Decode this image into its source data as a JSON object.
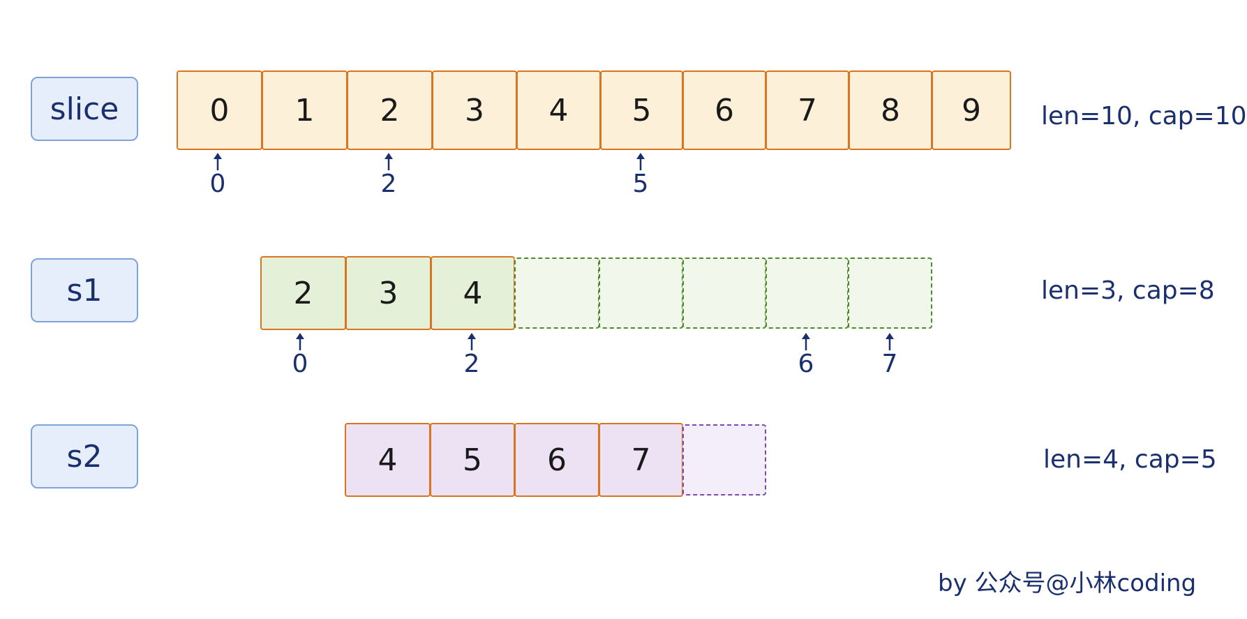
{
  "slice": {
    "label": "slice",
    "cells": [
      "0",
      "1",
      "2",
      "3",
      "4",
      "5",
      "6",
      "7",
      "8",
      "9"
    ],
    "pointers": [
      "0",
      "2",
      "5"
    ],
    "info": "len=10, cap=10"
  },
  "s1": {
    "label": "s1",
    "cells": [
      "2",
      "3",
      "4"
    ],
    "capacity_cells": 5,
    "pointers": [
      "0",
      "2",
      "6",
      "7"
    ],
    "info": "len=3, cap=8"
  },
  "s2": {
    "label": "s2",
    "cells": [
      "4",
      "5",
      "6",
      "7"
    ],
    "capacity_cells": 1,
    "info": "len=4, cap=5"
  },
  "credit": "by 公众号@小林coding",
  "colors": {
    "slice_fill": "#fdf0d8",
    "slice_border": "#d9741f",
    "s1_fill": "#e5f0d8",
    "s1_dash": "#4e8a2a",
    "s2_fill": "#ece2f4",
    "s2_dash": "#7b4bab",
    "label_fill": "#e6eefb",
    "label_border": "#7ea3d8",
    "text": "#1a2f6e"
  }
}
